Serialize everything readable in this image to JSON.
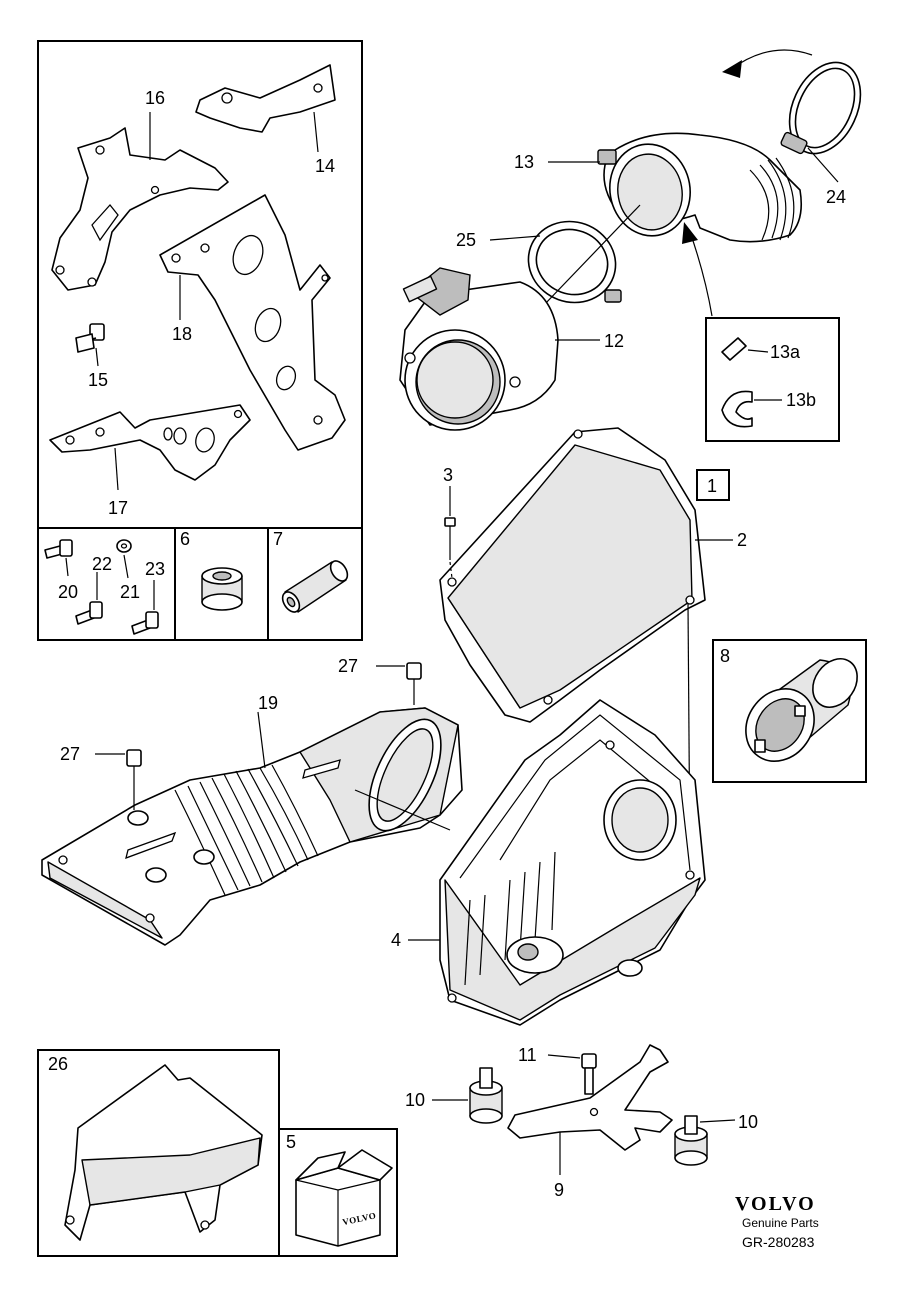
{
  "diagram": {
    "parts": {
      "p1": "1",
      "p2": "2",
      "p3": "3",
      "p4": "4",
      "p5": "5",
      "p6": "6",
      "p7": "7",
      "p8": "8",
      "p9": "9",
      "p10a": "10",
      "p10b": "10",
      "p11": "11",
      "p12": "12",
      "p13": "13",
      "p13a": "13a",
      "p13b": "13b",
      "p14": "14",
      "p15": "15",
      "p16": "16",
      "p17": "17",
      "p18": "18",
      "p19": "19",
      "p20": "20",
      "p21": "21",
      "p22": "22",
      "p23": "23",
      "p24": "24",
      "p25": "25",
      "p26": "26",
      "p27a": "27",
      "p27b": "27"
    },
    "footer": {
      "brand": "VOLVO",
      "tagline": "Genuine Parts",
      "ref": "GR-280283"
    },
    "box_print": "VOLVO"
  }
}
